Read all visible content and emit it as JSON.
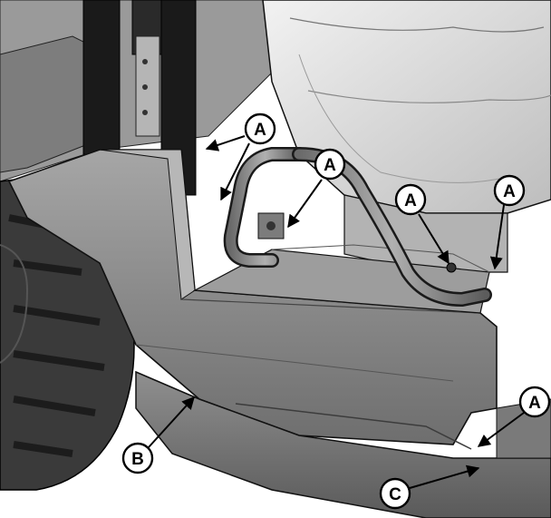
{
  "figure": {
    "callouts": [
      {
        "id": "a1",
        "label": "A"
      },
      {
        "id": "a2",
        "label": "A"
      },
      {
        "id": "a3",
        "label": "A"
      },
      {
        "id": "a4",
        "label": "A"
      },
      {
        "id": "a5",
        "label": "A"
      },
      {
        "id": "b",
        "label": "B"
      },
      {
        "id": "c",
        "label": "C"
      }
    ]
  },
  "colors": {
    "background": "#ffffff",
    "body_panel": "#8c8c8c",
    "seat": "#d9d9d9",
    "tire": "#3a3a3a",
    "outline": "#111111"
  }
}
